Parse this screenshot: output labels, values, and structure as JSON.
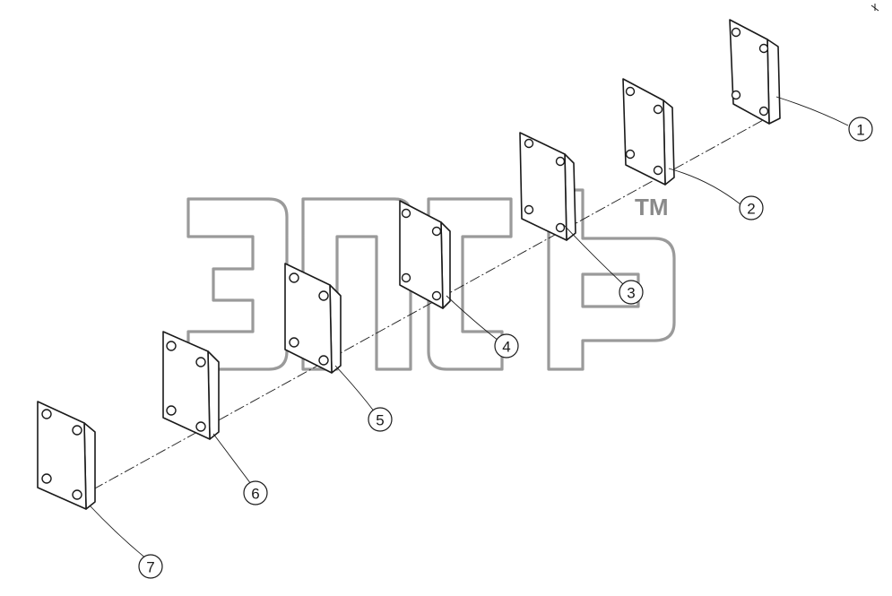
{
  "drawing": {
    "parts": [
      {
        "label": "1"
      },
      {
        "label": "2"
      },
      {
        "label": "3"
      },
      {
        "label": "4"
      },
      {
        "label": "5"
      },
      {
        "label": "6"
      },
      {
        "label": "7"
      }
    ]
  },
  "watermark": {
    "trademark": "TM"
  }
}
